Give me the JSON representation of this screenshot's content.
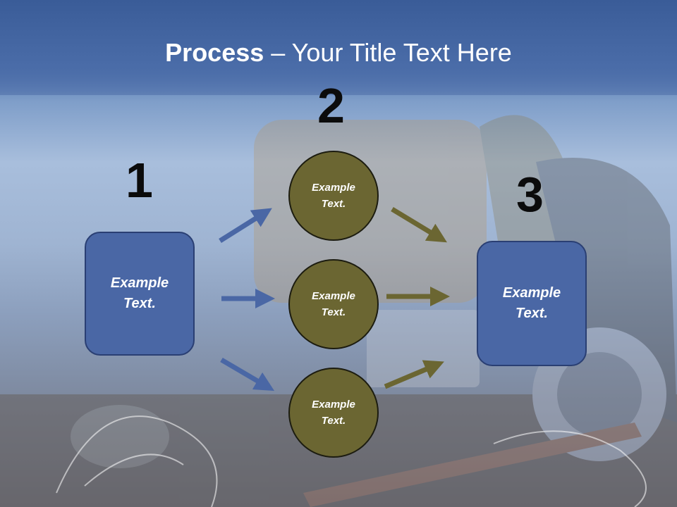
{
  "title": {
    "bold": "Process",
    "rest": " – Your Title Text Here"
  },
  "steps": [
    {
      "number": "1",
      "text_line1": "Example",
      "text_line2": "Text."
    },
    {
      "number": "2"
    },
    {
      "number": "3",
      "text_line1": "Example",
      "text_line2": "Text."
    }
  ],
  "circles": [
    {
      "text_line1": "Example",
      "text_line2": "Text."
    },
    {
      "text_line1": "Example",
      "text_line2": "Text."
    },
    {
      "text_line1": "Example",
      "text_line2": "Text."
    }
  ],
  "colors": {
    "box": "#4a67a5",
    "circle": "#6b6632",
    "blue_arrow": "#4a67a5",
    "olive_arrow": "#6b6632"
  }
}
